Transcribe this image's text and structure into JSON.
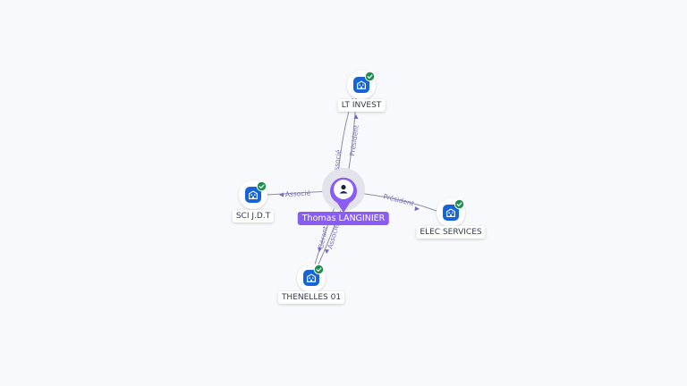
{
  "colors": {
    "person_accent": "#8a5cf6",
    "company_icon": "#1565d8",
    "verified_badge": "#1f8f4e",
    "edge": "#8a8fa3",
    "edge_label": "#7a74c9"
  },
  "person": {
    "name": "Thomas LANGINIER",
    "icon": "user-icon"
  },
  "companies": [
    {
      "id": "lt",
      "name": "LT INVEST",
      "icon": "building-icon",
      "verified": true
    },
    {
      "id": "sci",
      "name": "SCI J.D.T",
      "icon": "building-icon",
      "verified": true
    },
    {
      "id": "elec",
      "name": "ELEC SERVICES",
      "icon": "building-icon",
      "verified": true
    },
    {
      "id": "then",
      "name": "THENELLES 01",
      "icon": "building-icon",
      "verified": true
    }
  ],
  "edges": [
    {
      "to": "lt",
      "label": "Président"
    },
    {
      "to": "lt",
      "label": "Associé"
    },
    {
      "to": "sci",
      "label": "Associé"
    },
    {
      "to": "elec",
      "label": "Président"
    },
    {
      "to": "then",
      "label": "Gérant"
    },
    {
      "to": "then",
      "label": "Associé"
    }
  ]
}
